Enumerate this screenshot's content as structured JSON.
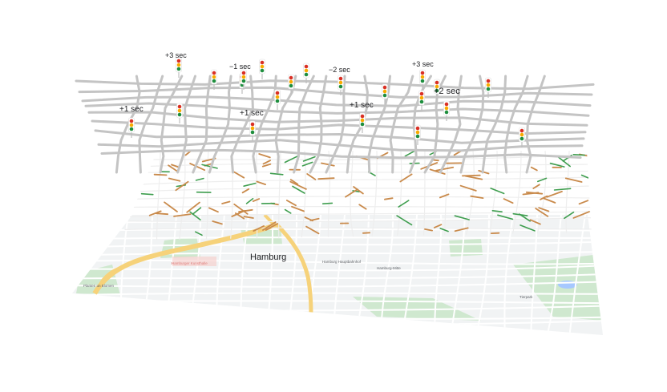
{
  "colors": {
    "road_network": "#c4c4c4",
    "traffic_slow": "#c98a4b",
    "traffic_free": "#3f9e4f",
    "highway": "#f6d27a",
    "map_base": "#f1f3f4",
    "park": "#cfe8cf",
    "water": "#a6c8ff",
    "light_red": "#d93025",
    "light_yellow": "#f9ab00",
    "light_green": "#1e8e3e"
  },
  "timing_labels": [
    {
      "id": "t1",
      "text": "+3 sec"
    },
    {
      "id": "t2",
      "text": "−1 sec"
    },
    {
      "id": "t3",
      "text": "−2 sec"
    },
    {
      "id": "t4",
      "text": "+3 sec"
    },
    {
      "id": "t5",
      "text": "+2 sec"
    },
    {
      "id": "t6",
      "text": "+1 sec"
    },
    {
      "id": "t7",
      "text": "+1 sec"
    },
    {
      "id": "t8",
      "text": "+1 sec"
    }
  ],
  "traffic_light_count": 21,
  "map": {
    "city_label": "Hamburg",
    "poi": [
      {
        "text": "Planten un Blomen",
        "icon": "park-icon"
      },
      {
        "text": "Hamburger Kunsthalle",
        "icon": "museum-icon"
      },
      {
        "text": "Hamburg Hauptbahnhof",
        "icon": "train-icon"
      },
      {
        "text": "Hamburg-Mitte",
        "icon": "place-icon"
      },
      {
        "text": "Tierpark",
        "icon": "park-icon"
      }
    ]
  }
}
